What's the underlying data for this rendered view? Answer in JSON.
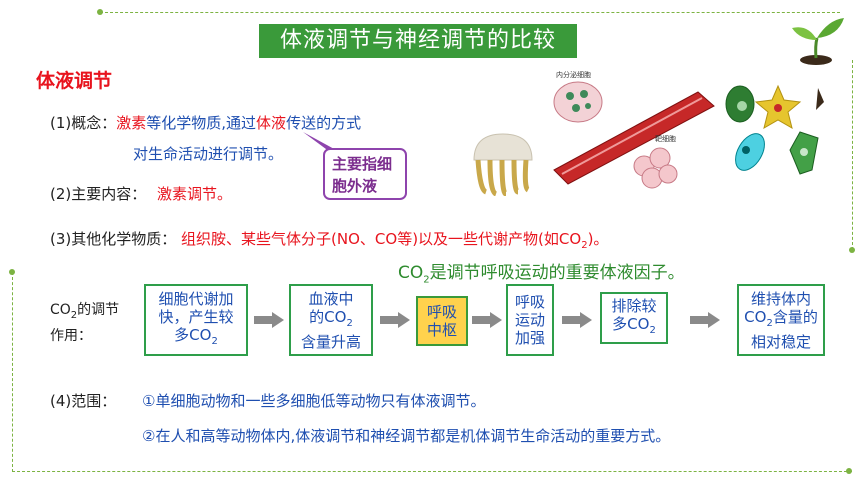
{
  "title": "体液调节与神经调节的比较",
  "section_title": "体液调节",
  "concept": {
    "label": "(1)概念：",
    "part1_red": "激素",
    "part2": "等化学物质,通过",
    "part3_red": "体液",
    "part4": "传送的方式",
    "line2": "对生命活动进行调节。"
  },
  "callout": {
    "line1": "主要指细",
    "line2": "胞外液"
  },
  "main_content": {
    "label": "(2)主要内容：",
    "value": "激素调节。"
  },
  "other_chem": {
    "label": "(3)其他化学物质：",
    "value_before": "组织胺、某些气体分子(NO、CO等)以及一些代谢产物(如CO",
    "sub": "2",
    "value_after": ")。"
  },
  "co2_note": {
    "before": "CO",
    "sub": "2",
    "after": "是调节呼吸运动的重要体液因子。"
  },
  "co2_label": {
    "line1_before": "CO",
    "sub": "2",
    "line1_after": "的调节",
    "line2": "作用："
  },
  "flow": [
    {
      "lines": [
        "细胞代谢加",
        "快，产生较"
      ],
      "last_before": "多CO",
      "last_sub": "2",
      "last_after": ""
    },
    {
      "lines": [
        "血液中"
      ],
      "last_before": "的CO",
      "last_sub": "2",
      "last_after": "",
      "extra": "含量升高"
    },
    {
      "lines": [
        "呼吸",
        "中枢"
      ]
    },
    {
      "lines": [
        "呼吸",
        "运动",
        "加强"
      ]
    },
    {
      "lines": [
        "排除较"
      ],
      "last_before": "多CO",
      "last_sub": "2",
      "last_after": ""
    },
    {
      "lines": [
        "维持体内"
      ],
      "last_before": "CO",
      "last_sub": "2",
      "last_after": "含量的",
      "extra": "相对稳定"
    }
  ],
  "scope": {
    "label": "(4)范围：",
    "item1": "①单细胞动物和一些多细胞低等动物只有体液调节。",
    "item2": "②在人和高等动物体内,体液调节和神经调节都是机体调节生命活动的重要方式。"
  },
  "diagram_labels": {
    "secretory_cell": "内分泌细胞",
    "target_cell": "靶细胞"
  },
  "colors": {
    "title_bg": "#3a9a3a",
    "red": "#e8141e",
    "blue": "#1f4fb0",
    "green_border": "#2e9e4a",
    "highlight": "#ffd24d"
  }
}
